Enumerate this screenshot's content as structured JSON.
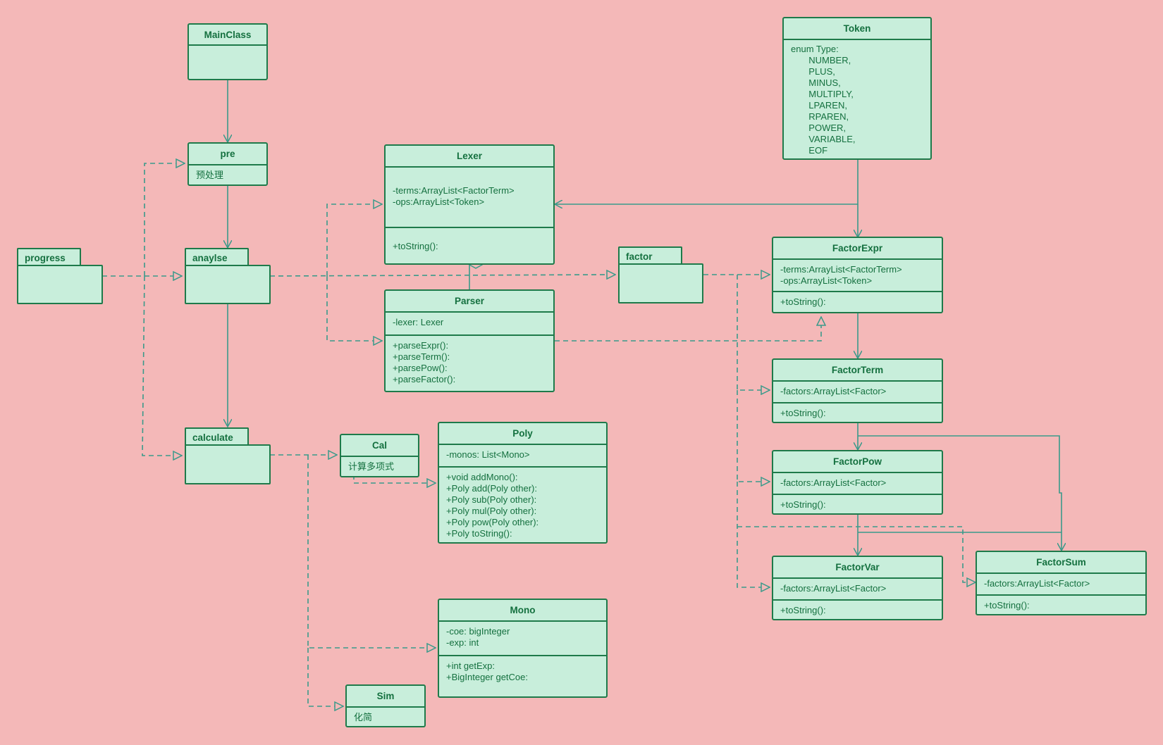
{
  "classes": {
    "mainclass": {
      "name": "MainClass"
    },
    "pre": {
      "name": "pre",
      "note": "预处理"
    },
    "lexer": {
      "name": "Lexer",
      "attrs": "-terms:ArrayList<FactorTerm>\n-ops:ArrayList<Token>",
      "ops": "+toString():"
    },
    "parser": {
      "name": "Parser",
      "attrs": "-lexer: Lexer",
      "ops": "+parseExpr():\n+parseTerm():\n+parsePow():\n+parseFactor():"
    },
    "token": {
      "name": "Token",
      "attrs": "enum Type:\n       NUMBER,\n       PLUS,\n       MINUS,\n       MULTIPLY,\n       LPAREN,\n       RPAREN,\n       POWER,\n       VARIABLE,\n       EOF"
    },
    "factorexpr": {
      "name": "FactorExpr",
      "attrs": "-terms:ArrayList<FactorTerm>\n-ops:ArrayList<Token>",
      "ops": "+toString():"
    },
    "factorterm": {
      "name": "FactorTerm",
      "attrs": "-factors:ArrayList<Factor>",
      "ops": "+toString():"
    },
    "factorpow": {
      "name": "FactorPow",
      "attrs": "-factors:ArrayList<Factor>",
      "ops": "+toString():"
    },
    "factorvar": {
      "name": "FactorVar",
      "attrs": "-factors:ArrayList<Factor>",
      "ops": "+toString():"
    },
    "factorsum": {
      "name": "FactorSum",
      "attrs": "-factors:ArrayList<Factor>",
      "ops": "+toString():"
    },
    "cal": {
      "name": "Cal",
      "note": "计算多项式"
    },
    "poly": {
      "name": "Poly",
      "attrs": "-monos: List<Mono>",
      "ops": "+void addMono():\n+Poly add(Poly other):\n+Poly sub(Poly other):\n+Poly mul(Poly other):\n+Poly pow(Poly other):\n+Poly toString():"
    },
    "mono": {
      "name": "Mono",
      "attrs": "-coe: bigInteger\n-exp: int",
      "ops": "+int getExp:\n+BigInteger getCoe:"
    },
    "sim": {
      "name": "Sim",
      "note": "化简"
    }
  },
  "packages": {
    "progress": {
      "name": "progress"
    },
    "anaylse": {
      "name": "anaylse"
    },
    "calculate": {
      "name": "calculate"
    },
    "factor": {
      "name": "factor"
    }
  },
  "colors": {
    "background": "#f4b8b8",
    "box_fill": "#c8eedb",
    "box_stroke": "#1e7a4a",
    "text": "#14703f",
    "edge": "#3a9a8a"
  }
}
